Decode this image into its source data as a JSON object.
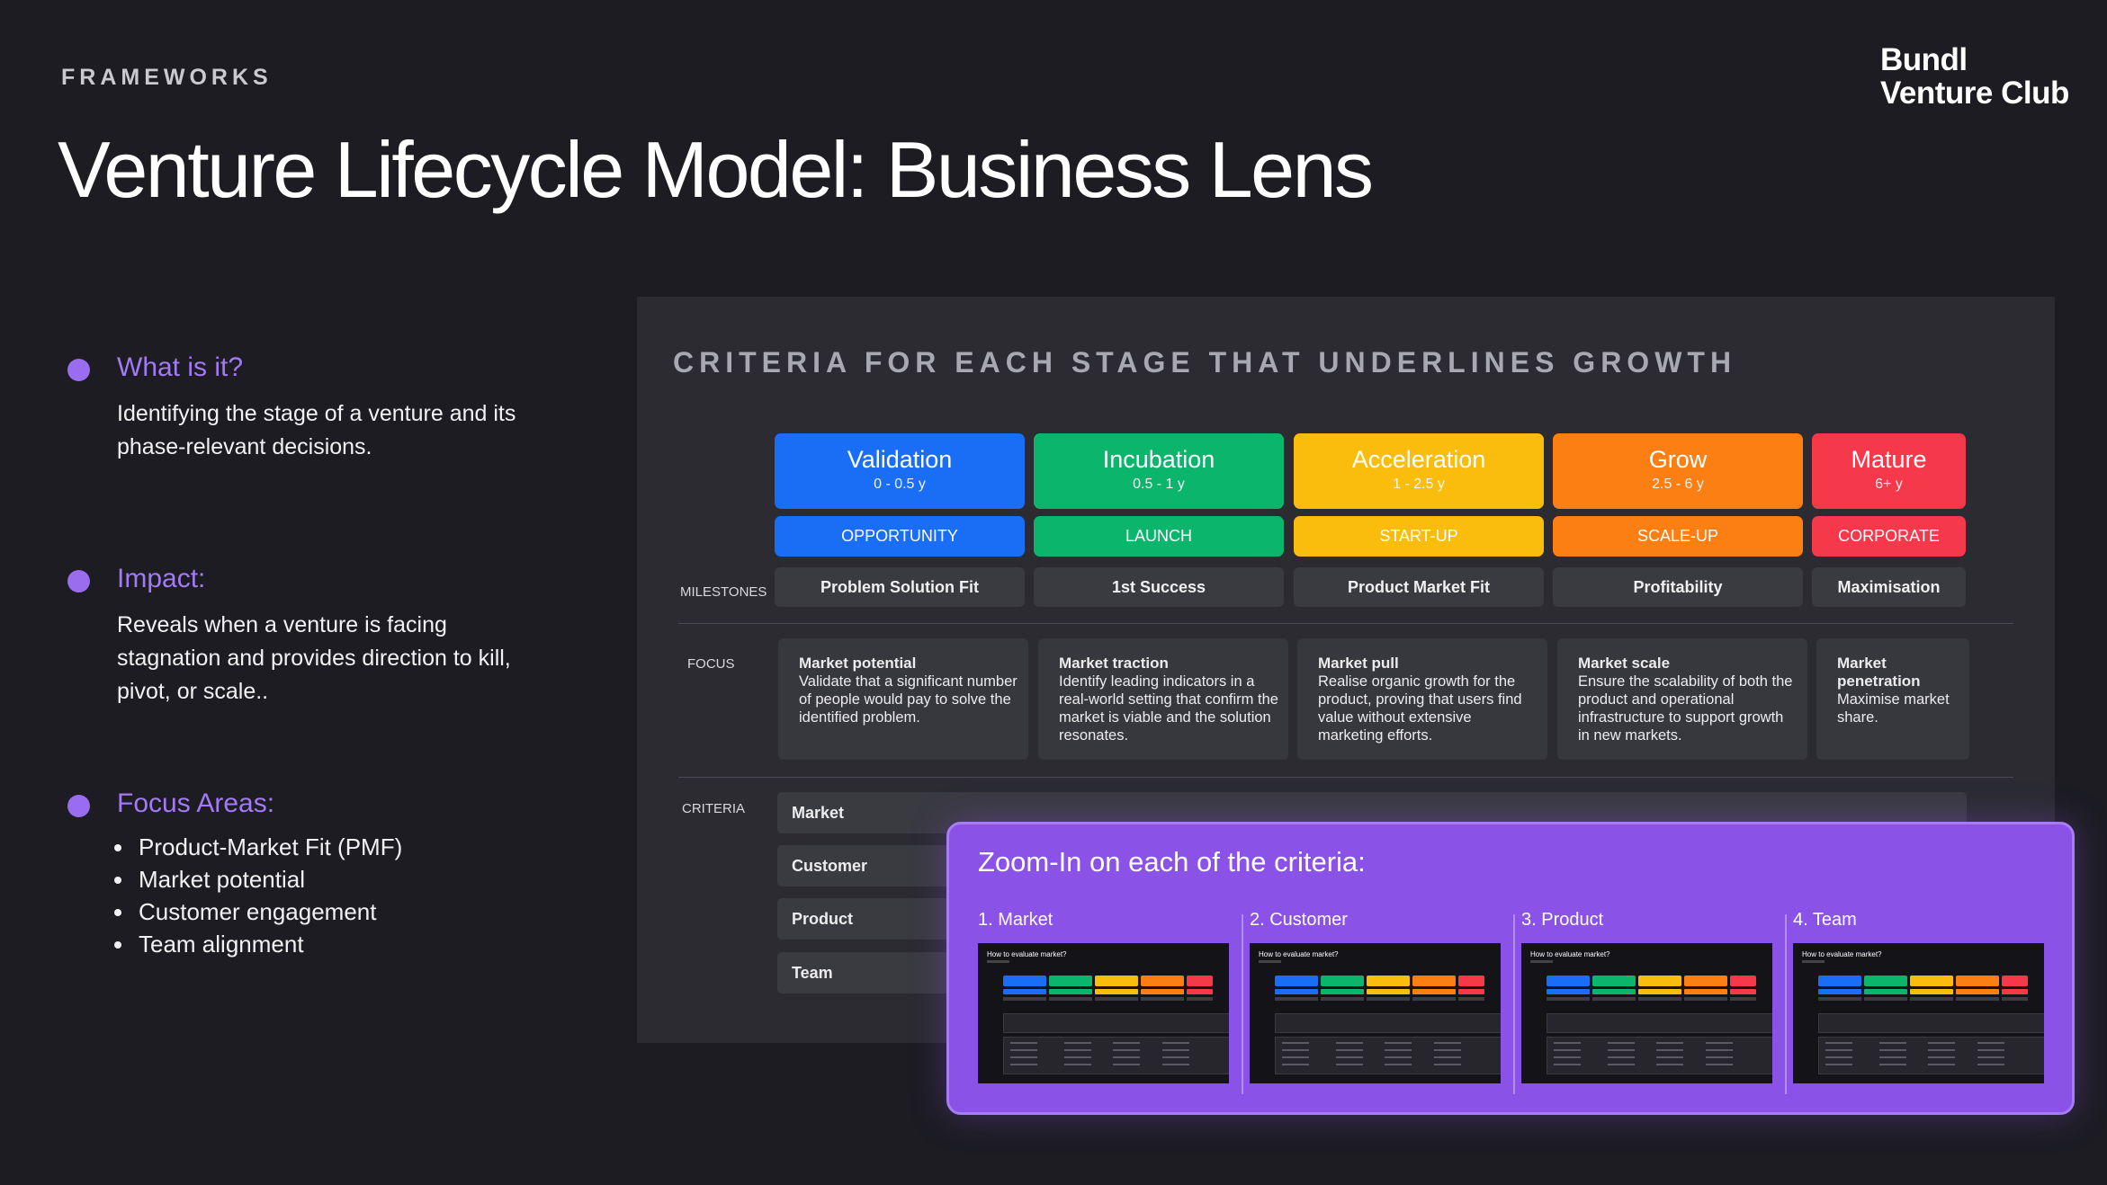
{
  "header": {
    "eyebrow": "FRAMEWORKS",
    "title": "Venture Lifecycle Model: Business Lens",
    "brand_line1": "Bundl",
    "brand_line2": "Venture Club"
  },
  "sections": [
    {
      "heading": "What is it?",
      "body": "Identifying the stage of a venture and its phase-relevant decisions."
    },
    {
      "heading": "Impact:",
      "body": "Reveals when a venture is facing stagnation and provides direction to kill, pivot, or scale.."
    },
    {
      "heading": "Focus Areas:",
      "items": [
        "Product-Market Fit (PMF)",
        "Market potential",
        "Customer engagement",
        "Team alignment"
      ]
    }
  ],
  "panel": {
    "title": "CRITERIA FOR EACH STAGE THAT UNDERLINES GROWTH",
    "row_labels": {
      "milestones": "MILESTONES",
      "focus": "FOCUS",
      "criteria": "CRITERIA"
    },
    "stages": [
      {
        "name": "Validation",
        "range": "0 - 0.5 y",
        "phase": "OPPORTUNITY",
        "milestone": "Problem Solution Fit",
        "color": "#1a6ef5",
        "focus_title": "Market potential",
        "focus_text": "Validate that a significant number of people would pay to solve the identified problem."
      },
      {
        "name": "Incubation",
        "range": "0.5 - 1 y",
        "phase": "LAUNCH",
        "milestone": "1st Success",
        "color": "#0bb56c",
        "focus_title": "Market traction",
        "focus_text": "Identify leading indicators in a real-world setting that confirm the market is viable and the solution resonates."
      },
      {
        "name": "Acceleration",
        "range": "1 - 2.5 y",
        "phase": "START-UP",
        "milestone": "Product Market Fit",
        "color": "#fbbd0d",
        "focus_title": "Market pull",
        "focus_text": "Realise organic growth for the product, proving that users find value without extensive marketing efforts."
      },
      {
        "name": "Grow",
        "range": "2.5 - 6 y",
        "phase": "SCALE-UP",
        "milestone": "Profitability",
        "color": "#fb7f13",
        "focus_title": "Market scale",
        "focus_text": "Ensure the scalability of both the product and operational infrastructure to support growth in new markets."
      },
      {
        "name": "Mature",
        "range": "6+ y",
        "phase": "CORPORATE",
        "milestone": "Maximisation",
        "color": "#f5384a",
        "focus_title": "Market penetration",
        "focus_text": "Maximise market share."
      }
    ],
    "criteria": [
      "Market",
      "Customer",
      "Product",
      "Team"
    ]
  },
  "zoom": {
    "title": "Zoom-In on each of the criteria:",
    "items": [
      {
        "label": "1. Market",
        "thumb_title": "How to evaluate market?"
      },
      {
        "label": "2. Customer",
        "thumb_title": "How to evaluate market?"
      },
      {
        "label": "3. Product",
        "thumb_title": "How to evaluate market?"
      },
      {
        "label": "4. Team",
        "thumb_title": "How to evaluate market?"
      }
    ]
  }
}
